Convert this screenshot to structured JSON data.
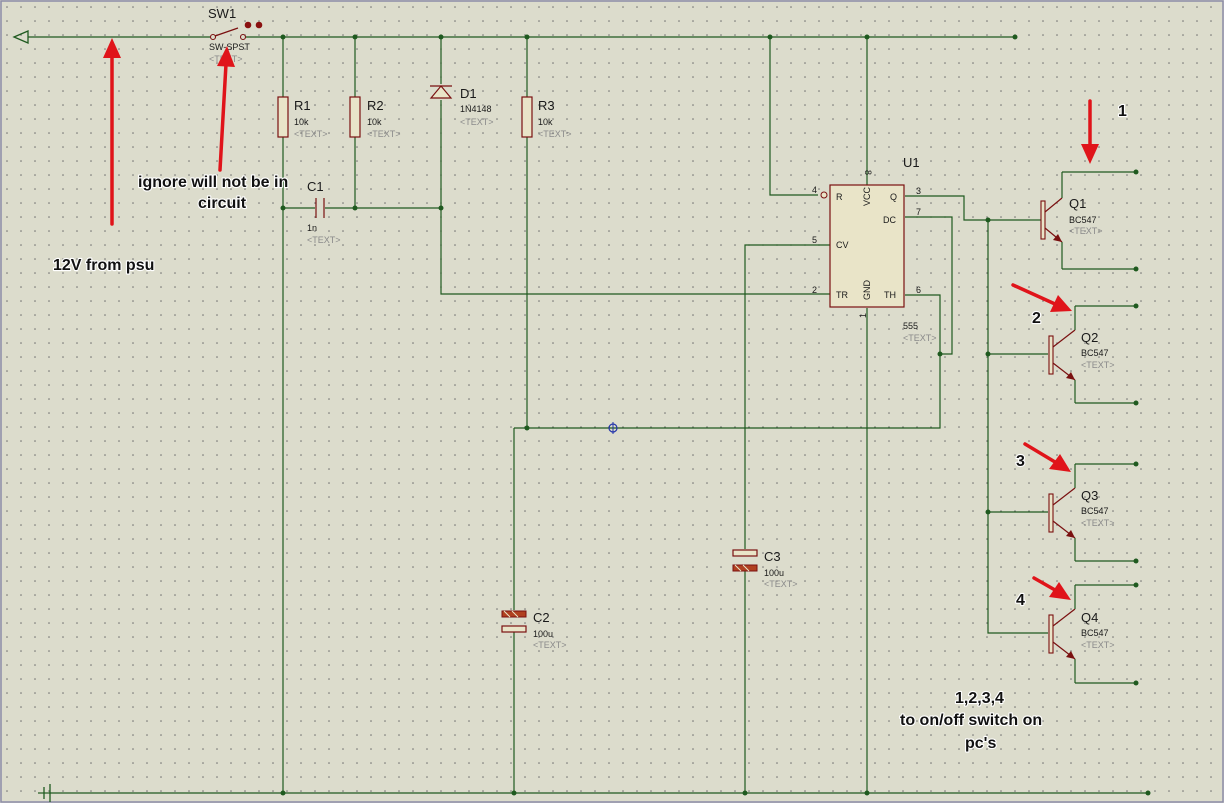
{
  "components": {
    "sw1": {
      "ref": "SW1",
      "value": "SW-SPST",
      "text": "<TEXT>"
    },
    "r1": {
      "ref": "R1",
      "value": "10k",
      "text": "<TEXT>"
    },
    "r2": {
      "ref": "R2",
      "value": "10k",
      "text": "<TEXT>"
    },
    "r3": {
      "ref": "R3",
      "value": "10k",
      "text": "<TEXT>"
    },
    "d1": {
      "ref": "D1",
      "value": "1N4148",
      "text": "<TEXT>"
    },
    "c1": {
      "ref": "C1",
      "value": "1n",
      "text": "<TEXT>"
    },
    "c2": {
      "ref": "C2",
      "value": "100u",
      "text": "<TEXT>"
    },
    "c3": {
      "ref": "C3",
      "value": "100u",
      "text": "<TEXT>"
    },
    "u1": {
      "ref": "U1",
      "value": "555",
      "text": "<TEXT>",
      "pins": {
        "r": "R",
        "vcc": "VCC",
        "q": "Q",
        "dc": "DC",
        "cv": "CV",
        "tr": "TR",
        "gnd": "GND",
        "th": "TH",
        "n4": "4",
        "n8": "8",
        "n3": "3",
        "n7": "7",
        "n5": "5",
        "n2": "2",
        "n6": "6",
        "n1": "1"
      }
    },
    "q1": {
      "ref": "Q1",
      "value": "BC547",
      "text": "<TEXT>"
    },
    "q2": {
      "ref": "Q2",
      "value": "BC547",
      "text": "<TEXT>"
    },
    "q3": {
      "ref": "Q3",
      "value": "BC547",
      "text": "<TEXT>"
    },
    "q4": {
      "ref": "Q4",
      "value": "BC547",
      "text": "<TEXT>"
    }
  },
  "annotations": {
    "psu": "12V from psu",
    "ignore_line1": "ignore will not be in",
    "ignore_line2": "circuit",
    "n1": "1",
    "n2": "2",
    "n3": "3",
    "n4": "4",
    "switch_line1": "1,2,3,4",
    "switch_line2": "to on/off switch on",
    "switch_line3": "pc's"
  },
  "colors": {
    "background": "#dcdccc",
    "wire": "#1f5a1f",
    "component": "#7a1010",
    "arrow": "#e0141a"
  }
}
